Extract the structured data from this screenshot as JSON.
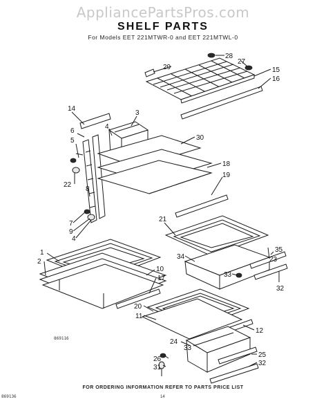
{
  "watermark": "AppliancePartsPros.com",
  "title": "SHELF PARTS",
  "subtitle": "For Models EET 221MTWR-0 and EET 221MTWL-0",
  "figure_code": "869116",
  "side_code": "869136",
  "footer": "FOR ORDERING INFORMATION REFER TO PARTS PRICE LIST",
  "page_number": "14",
  "callouts": [
    "1",
    "2",
    "3",
    "4",
    "4",
    "5",
    "6",
    "7",
    "8",
    "9",
    "10",
    "11",
    "12",
    "14",
    "15",
    "16",
    "17",
    "18",
    "19",
    "20",
    "21",
    "22",
    "23",
    "24",
    "25",
    "26",
    "27",
    "28",
    "29",
    "30",
    "31",
    "32",
    "32",
    "33",
    "33",
    "34",
    "35"
  ]
}
